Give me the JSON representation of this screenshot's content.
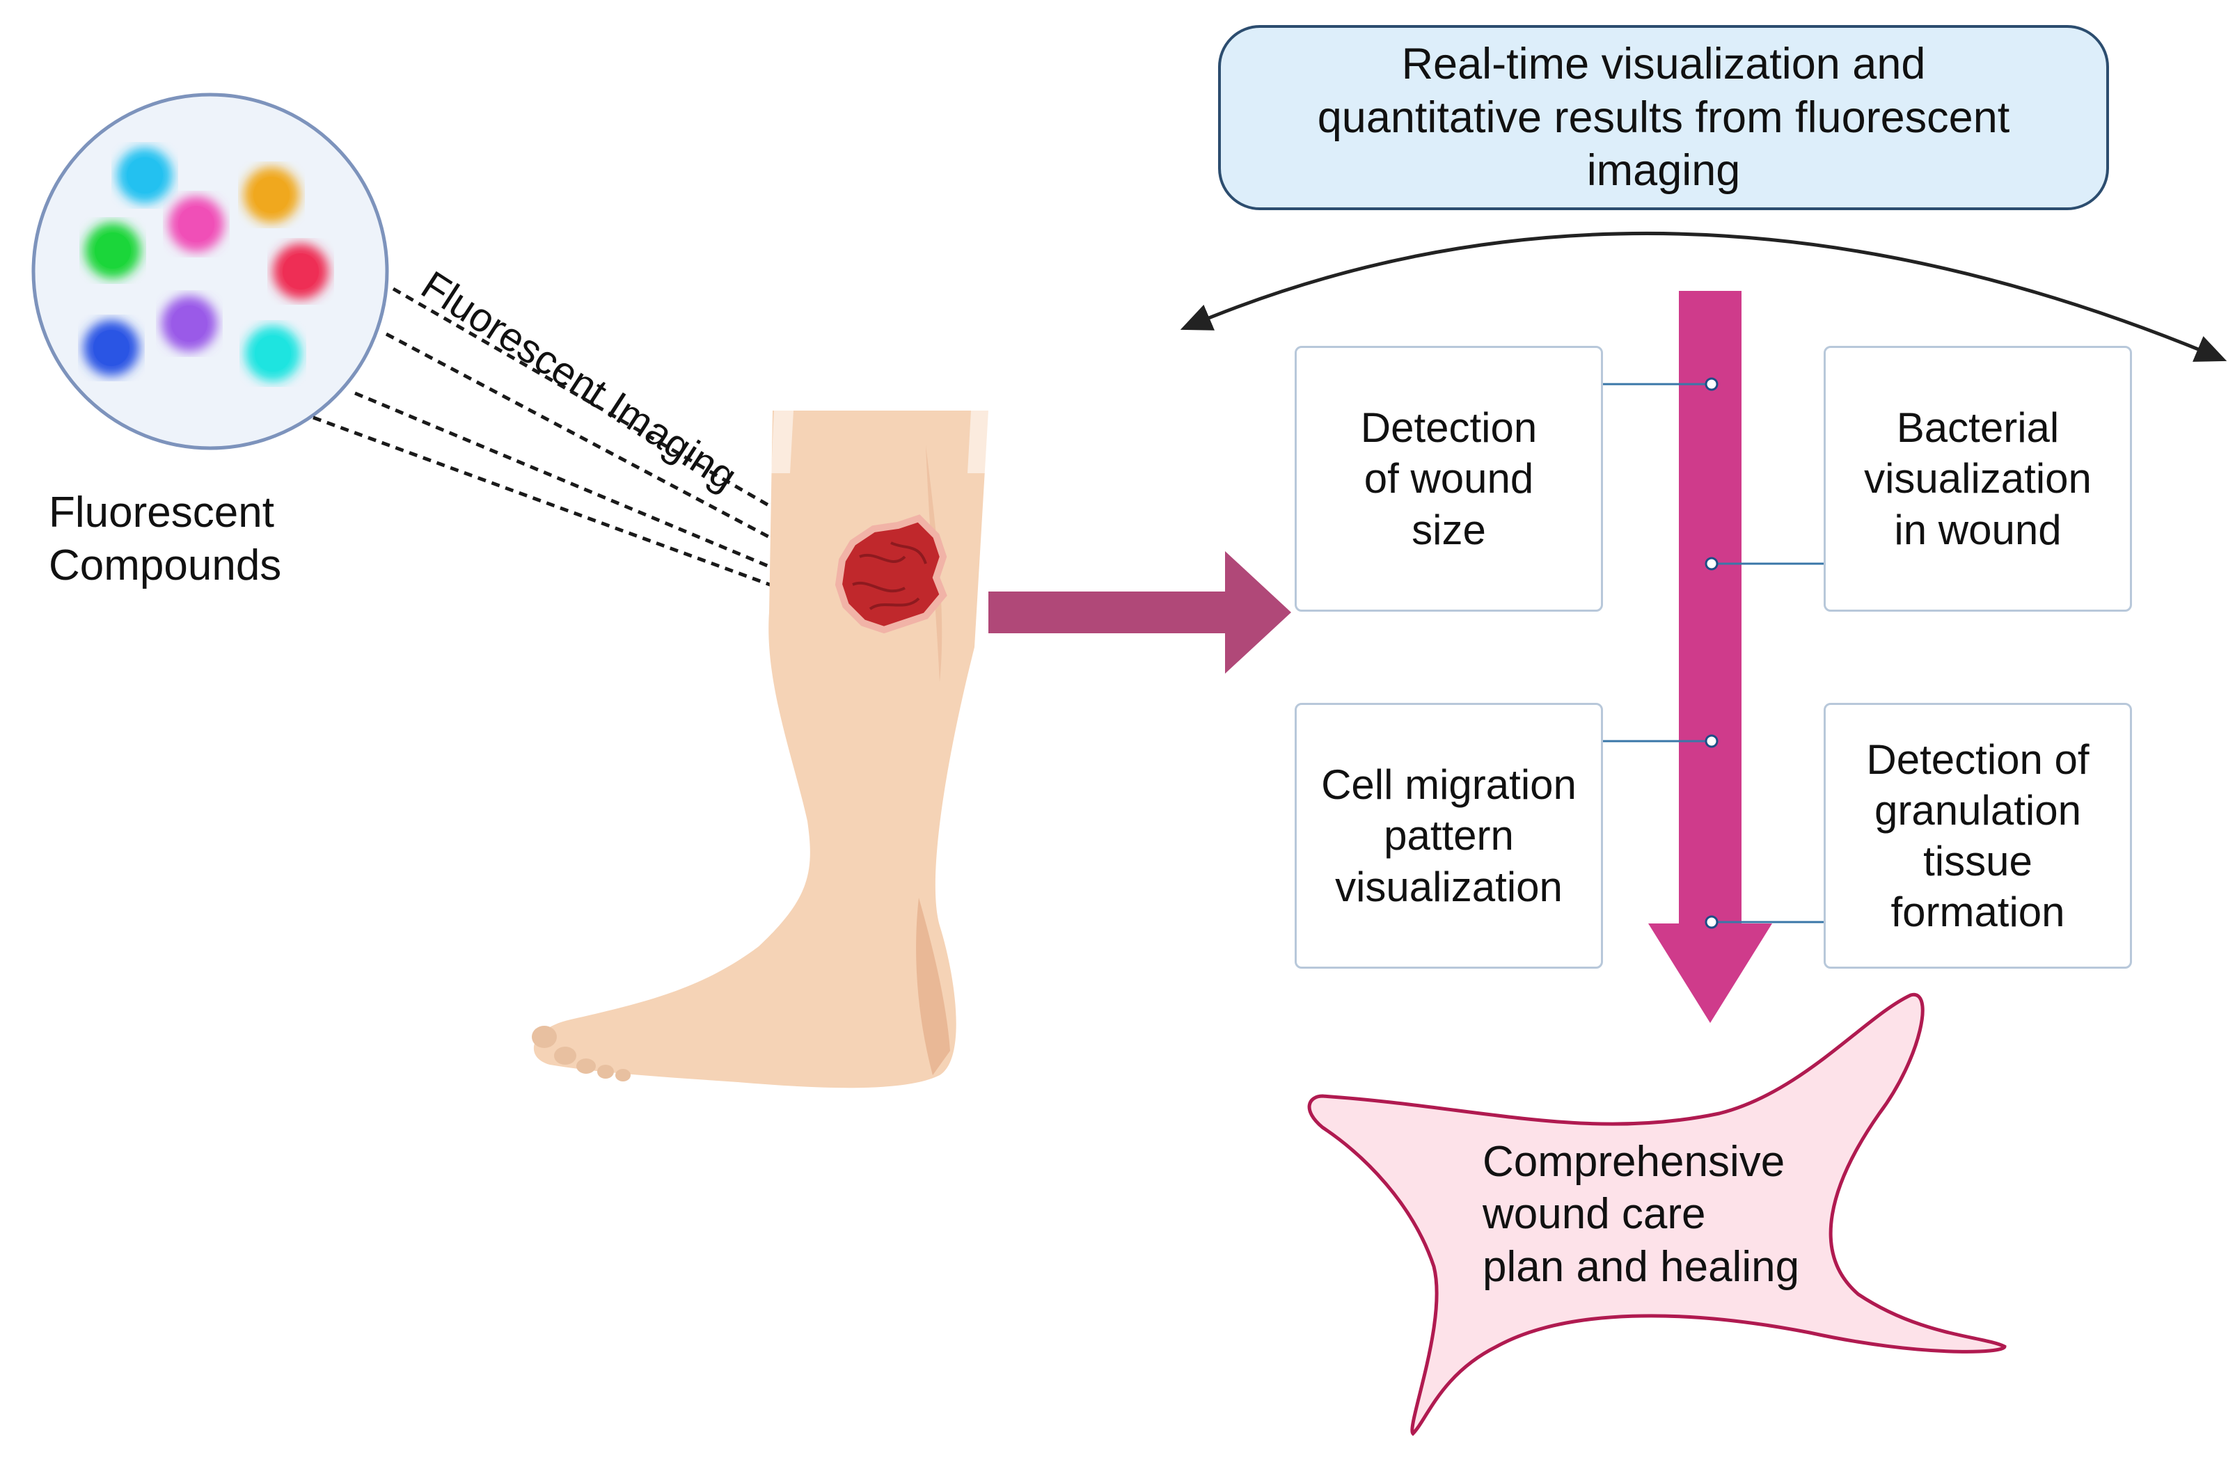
{
  "compounds": {
    "label": "Fluorescent\nCompounds",
    "dot_colors": [
      "#23c1f0",
      "#f0a81e",
      "#f04fb7",
      "#1bd63a",
      "#ee2e55",
      "#9a5ae8",
      "#2a55e4",
      "#1ee4e0"
    ]
  },
  "imaging": {
    "label": "Fluorescent Imaging"
  },
  "header": {
    "text": "Real-time visualization and\nquantitative results from fluorescent\nimaging"
  },
  "boxes": {
    "wound_size": "Detection\nof wound\nsize",
    "bacterial": "Bacterial\nvisualization\nin wound",
    "cell_migration": "Cell migration\npattern\nvisualization",
    "granulation": "Detection of\ngranulation\ntissue\nformation"
  },
  "outcome": {
    "text": "Comprehensive\nwound care\nplan and healing"
  },
  "colors": {
    "skin": "#f5d3b6",
    "skin_shadow": "#e9b896",
    "wound": "#c0282c",
    "magenta_arrow": "#cf3b8b",
    "side_arrow": "#b04878",
    "outcome_fill": "#fde2e9",
    "outcome_stroke": "#b01a50",
    "header_fill": "#ddeefa",
    "header_stroke": "#2c4d6f"
  }
}
